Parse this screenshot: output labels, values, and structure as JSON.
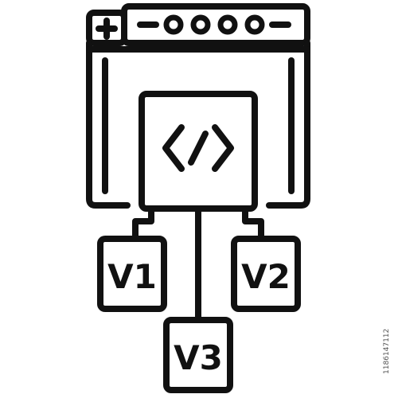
{
  "icon": {
    "name": "code-versioning-icon",
    "stroke_color": "#111111",
    "background_color": "#ffffff",
    "window_plus_symbol": "+",
    "window_minus_symbol": "−",
    "window_dots": 4,
    "code_symbol": "</>"
  },
  "versions": [
    {
      "label": "V1"
    },
    {
      "label": "V2"
    },
    {
      "label": "V3"
    }
  ],
  "stock_id": "1186147112"
}
